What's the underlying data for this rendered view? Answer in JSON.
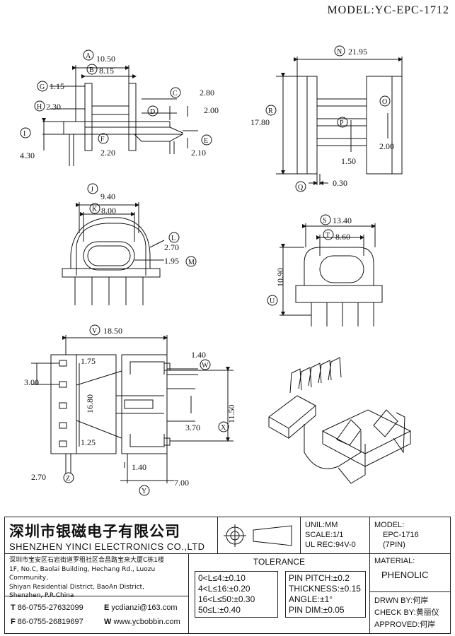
{
  "header": {
    "model": "MODEL:YC-EPC-1712"
  },
  "dimensions": {
    "A": "10.50",
    "B": "8.15",
    "C": "2.80",
    "D": "2.00",
    "E": "2.10",
    "F": "2.20",
    "G": "1.15",
    "H": "2.30",
    "I": "4.30",
    "N": "21.95",
    "R": "17.80",
    "O": "",
    "P": "",
    "O_val": "2.00",
    "P_val": "1.50",
    "Q": "0.30",
    "J": "9.40",
    "K": "8.00",
    "L": "2.70",
    "M": "1.95",
    "S": "13.40",
    "T": "8.60",
    "U": "10.90",
    "V": "18.50",
    "W": "1.40",
    "X": "11.50",
    "Y": "7.00",
    "Z": "2.70",
    "bot_175": "1.75",
    "bot_300": "3.00",
    "bot_1680": "16.80",
    "bot_125": "1.25",
    "bot_370": "3.70",
    "bot_140": "1.40"
  },
  "letters": [
    "A",
    "B",
    "C",
    "D",
    "E",
    "F",
    "G",
    "H",
    "I",
    "J",
    "K",
    "L",
    "M",
    "N",
    "O",
    "P",
    "Q",
    "R",
    "S",
    "T",
    "U",
    "V",
    "W",
    "X",
    "Y",
    "Z"
  ],
  "title_block": {
    "company_cn": "深圳市银磁电子有限公司",
    "company_en": "SHENZHEN YINCI ELECTRONICS CO.,LTD",
    "address": [
      "深圳市宝安区石岩街道罗租社区合昌路宝来大厦C栋1楼",
      "1F, No.C, Baolai Building, Hechang Rd., Luozu Community,",
      "Shiyan Residential District, BaoAn District,",
      "Shenzhen, P.R.China"
    ],
    "tel_key": "T",
    "tel": "86-0755-27632099",
    "fax_key": "F",
    "fax": "86-0755-26819697",
    "email_key": "E",
    "email": "ycdianzi@163.com",
    "web_key": "W",
    "web": "www.ycbobbin.com",
    "unit": "UNIL:MM",
    "scale": "SCALE:1/1",
    "ul": "UL REC:94V-0",
    "model_label": "MODEL:",
    "model_value": "EPC-1716",
    "pins": "(7PIN)",
    "material_label": "MATERIAL:",
    "material_value": "PHENOLIC",
    "tolerance_title": "TOLERANCE",
    "tol_left": [
      "0<L≤4:±0.10",
      "4<L≤16:±0.20",
      "16<L≤50:±0.30",
      "50≤L:±0.40"
    ],
    "tol_right": [
      "PIN PITCH:±0.2",
      "THICKNESS:±0.15",
      "ANGLE:±1°",
      "PIN DIM:±0.05"
    ],
    "drawn_label": "DRWN BY:",
    "drawn": "何岸",
    "check_label": "CHECK BY:",
    "check": "黄丽仪",
    "approved_label": "APPROVED:",
    "approved": "何岸"
  }
}
